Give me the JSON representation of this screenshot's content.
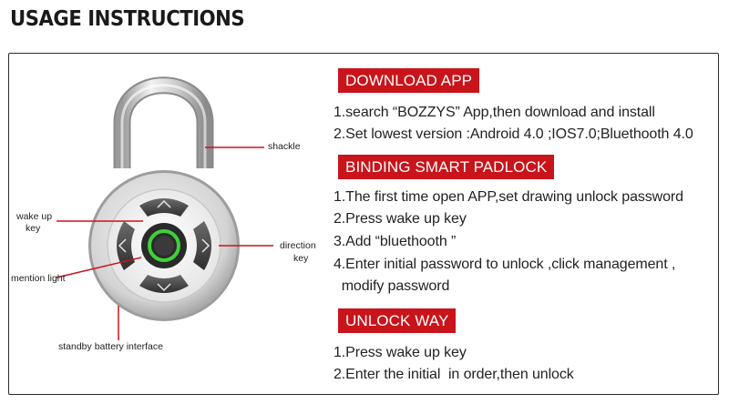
{
  "header": {
    "title": "USAGE INSTRUCTIONS"
  },
  "diagram": {
    "labels": {
      "shackle": "shackle",
      "wake_up_key_line1": "wake up",
      "wake_up_key_line2": "key",
      "mention_light": "mention light",
      "direction_key_line1": "direction",
      "direction_key_line2": "key",
      "standby_battery": "standby battery interface"
    },
    "colors": {
      "callout": "#c8141a",
      "indicator": "#3fd13a",
      "body": "#d9d9d9"
    }
  },
  "sections": [
    {
      "heading": "DOWNLOAD APP",
      "steps": [
        "1.search “BOZZYS” App,then download and install",
        "2.Set lowest version :Android 4.0 ;IOS7.0;Bluethooth 4.0"
      ]
    },
    {
      "heading": "BINDING SMART PADLOCK",
      "steps": [
        "1.The first time open APP,set drawing unlock password",
        "2.Press wake up key",
        "3.Add “bluethooth ”",
        "4.Enter initial password to unlock ,click management ,",
        "  modify password"
      ]
    },
    {
      "heading": "UNLOCK WAY",
      "steps": [
        "1.Press wake up key",
        "2.Enter the initial  in order,then unlock"
      ]
    }
  ]
}
